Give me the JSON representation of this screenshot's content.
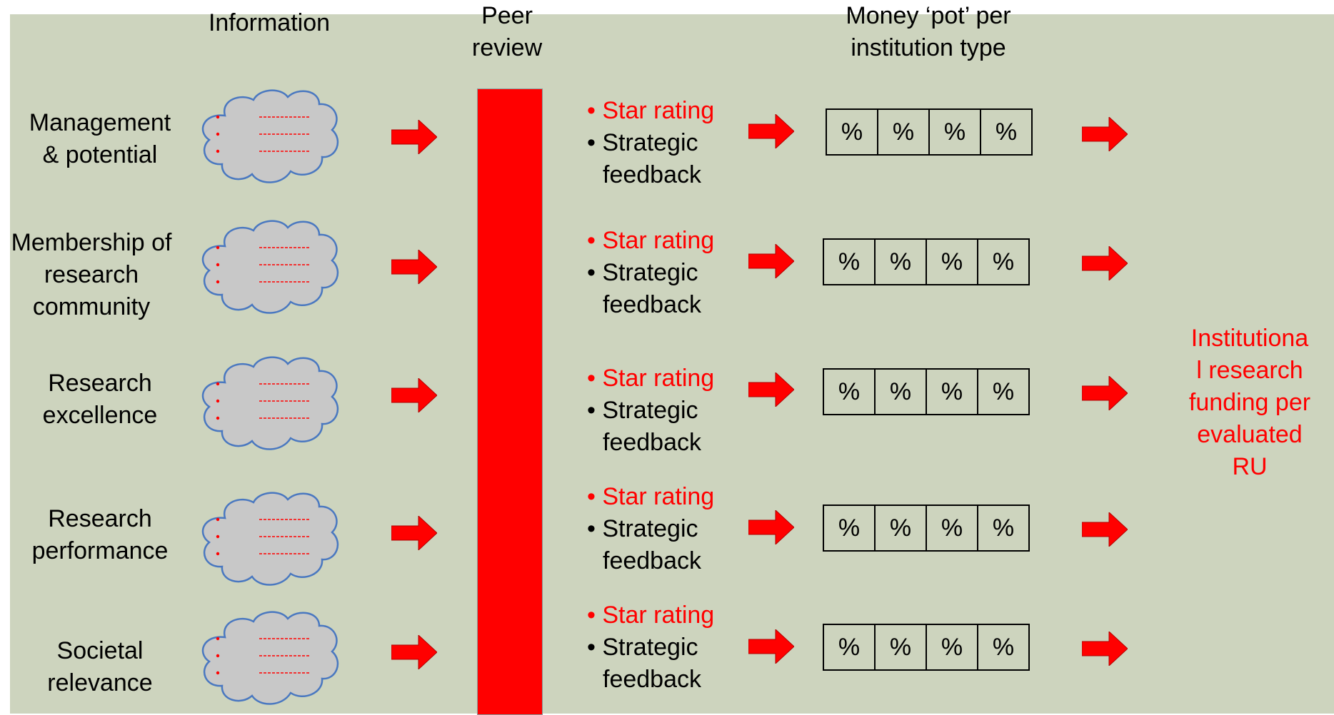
{
  "headers": {
    "information": "Information",
    "peer_review": "Peer\nreview",
    "money_pot": "Money ‘pot’ per\ninstitution type"
  },
  "rows": [
    {
      "label": "Management\n& potential",
      "rating": "• Star rating",
      "feedback_a": "• Strategic",
      "feedback_b": "feedback",
      "cells": [
        "%",
        "%",
        "%",
        "%"
      ]
    },
    {
      "label": "Membership of\nresearch\ncommunity",
      "rating": "• Star rating",
      "feedback_a": "• Strategic",
      "feedback_b": "feedback",
      "cells": [
        "%",
        "%",
        "%",
        "%"
      ]
    },
    {
      "label": "Research\nexcellence",
      "rating": "• Star rating",
      "feedback_a": "• Strategic",
      "feedback_b": "feedback",
      "cells": [
        "%",
        "%",
        "%",
        "%"
      ]
    },
    {
      "label": "Research\nperformance",
      "rating": "• Star rating",
      "feedback_a": "• Strategic",
      "feedback_b": "feedback",
      "cells": [
        "%",
        "%",
        "%",
        "%"
      ]
    },
    {
      "label": "Societal\nrelevance",
      "rating": "• Star rating",
      "feedback_a": "• Strategic",
      "feedback_b": "feedback",
      "cells": [
        "%",
        "%",
        "%",
        "%"
      ]
    }
  ],
  "output_label": "Institutiona\nl research\nfunding per\nevaluated\nRU",
  "colors": {
    "background": "#cdd4be",
    "accent_red": "#ff0000",
    "cloud_fill": "#c8c8c8",
    "cloud_stroke": "#4a78c0"
  },
  "icons": {
    "cloud": "thought-cloud-icon",
    "arrow": "right-arrow-icon"
  }
}
